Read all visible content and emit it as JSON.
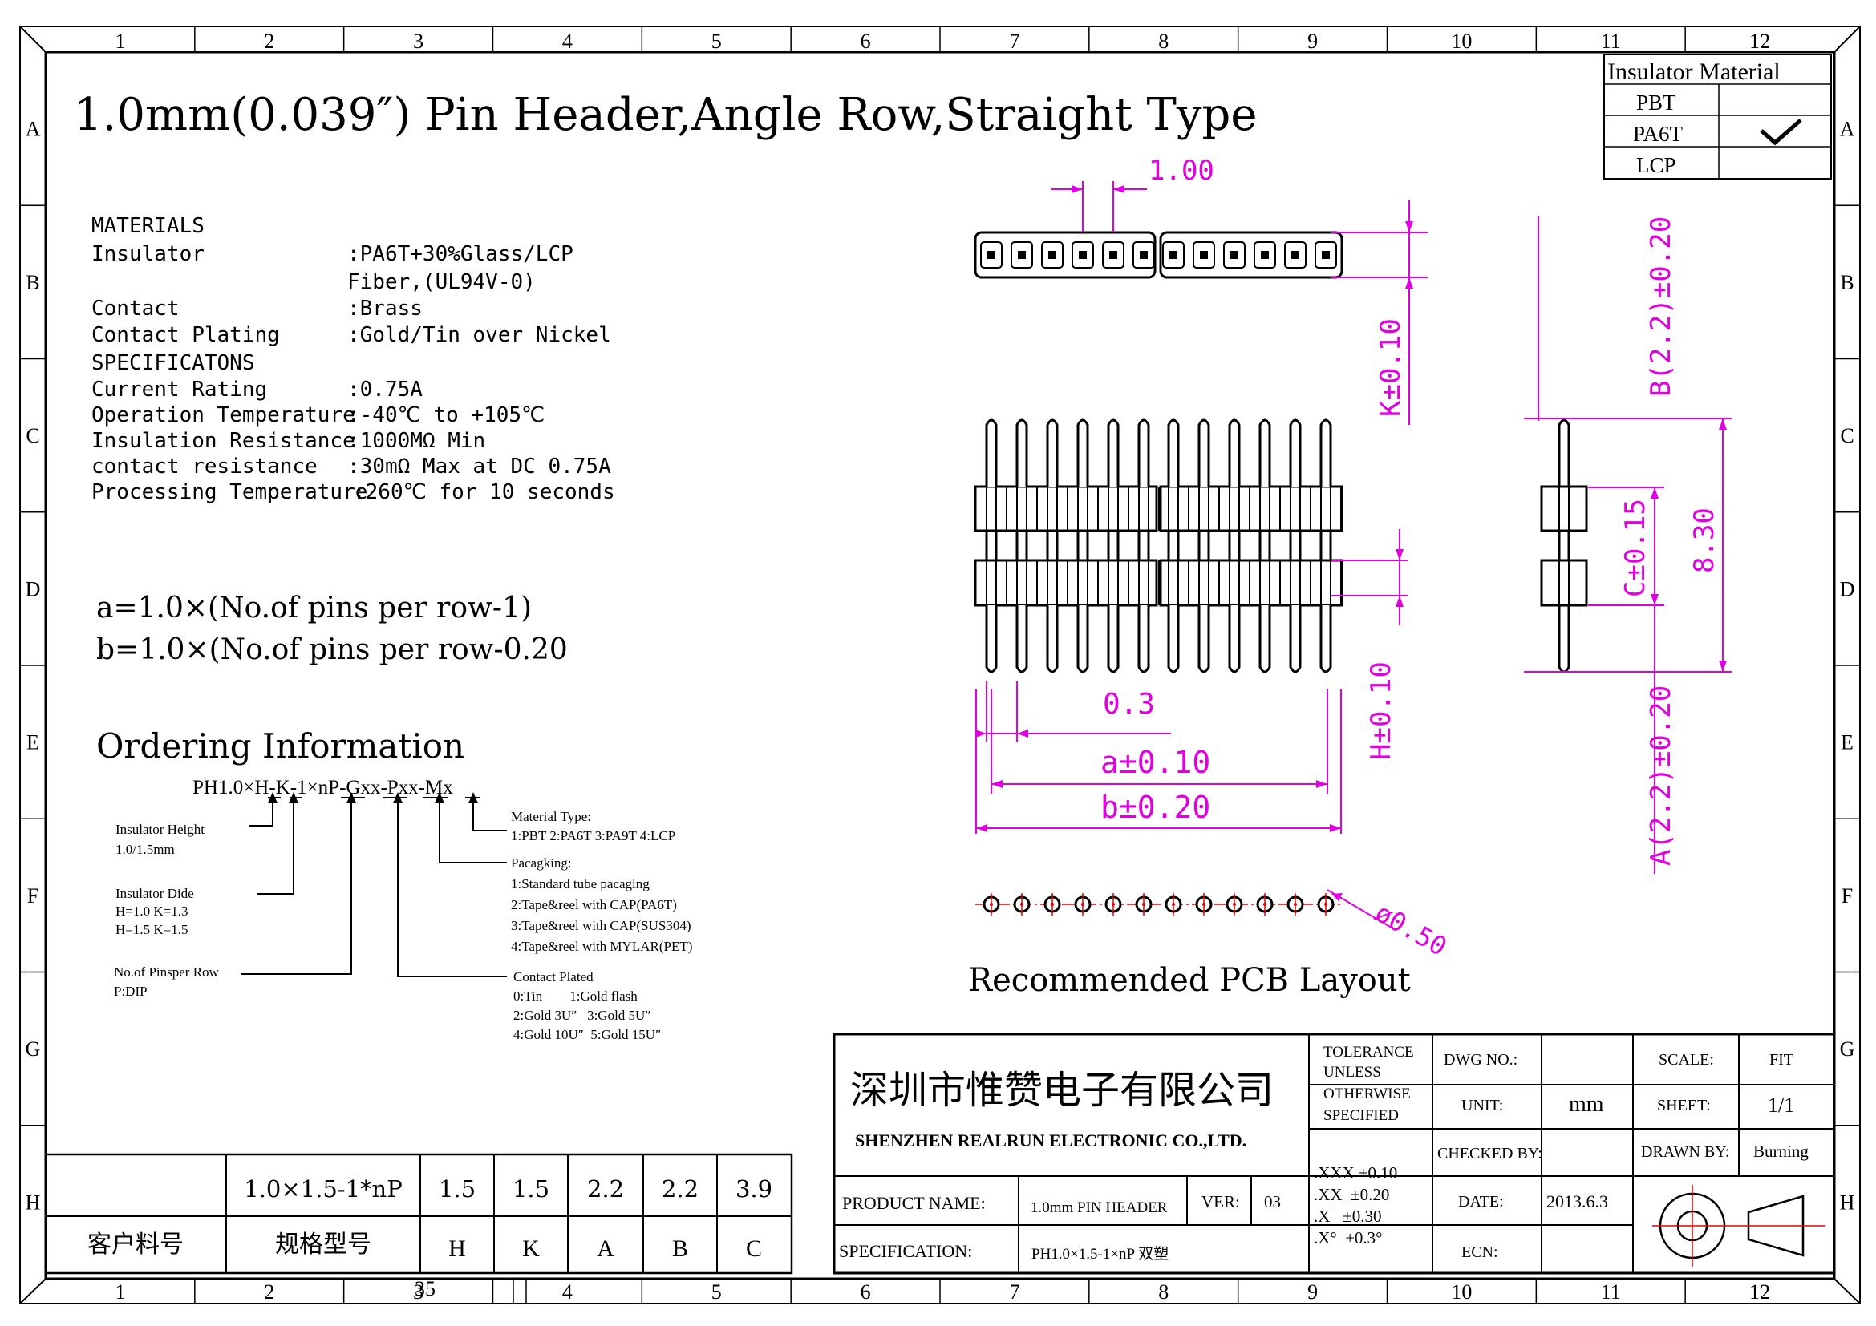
{
  "title": "1.0mm(0.039″) Pin Header,Angle Row,Straight Type",
  "frame": {
    "columns": [
      "1",
      "2",
      "3",
      "4",
      "5",
      "6",
      "7",
      "8",
      "9",
      "10",
      "11",
      "12"
    ],
    "rows": [
      "A",
      "B",
      "C",
      "D",
      "E",
      "F",
      "G",
      "H"
    ],
    "bottom_extra": "35"
  },
  "insulator_material": {
    "header": "Insulator Material",
    "options": [
      {
        "name": "PBT",
        "checked": false
      },
      {
        "name": "PA6T",
        "checked": true
      },
      {
        "name": "LCP",
        "checked": false
      }
    ]
  },
  "materials": {
    "heading": "MATERIALS",
    "rows": [
      {
        "label": "Insulator",
        "value": ":PA6T+30%Glass/LCP"
      },
      {
        "label": "",
        "value": " Fiber,(UL94V-0)"
      },
      {
        "label": "Contact",
        "value": ":Brass"
      },
      {
        "label": "Contact Plating",
        "value": ":Gold/Tin over Nickel"
      }
    ]
  },
  "specifications": {
    "heading": "SPECIFICATONS",
    "rows": [
      {
        "label": "Current Rating",
        "value": ":0.75A"
      },
      {
        "label": "Operation Temperature",
        "value": ":-40℃ to +105℃"
      },
      {
        "label": "Insulation Resistance",
        "value": ":1000MΩ Min"
      },
      {
        "label": "contact resistance",
        "value": ":30mΩ Max at DC 0.75A"
      },
      {
        "label": "Processing Temperature",
        "value": ":260℃ for 10 seconds"
      }
    ]
  },
  "formulas": [
    "a=1.0×(No.of pins per row-1)",
    "b=1.0×(No.of pins per row-0.20"
  ],
  "ordering": {
    "heading": "Ordering Information",
    "code": "PH1.0×H-K-1×nP-Gxx-Pxx-Mx",
    "insulator_height": [
      "Insulator Height",
      "1.0/1.5mm"
    ],
    "insulator_dide": [
      "Insulator Dide",
      "H=1.0  K=1.3",
      "H=1.5  K=1.5"
    ],
    "pins_per_row": [
      "No.of Pinsper Row",
      "P:DIP"
    ],
    "material_type": [
      "Material Type:",
      "1:PBT 2:PA6T 3:PA9T 4:LCP"
    ],
    "packaging": [
      "Pacagking:",
      "1:Standard tube pacaging",
      "2:Tape&reel with CAP(PA6T)",
      "3:Tape&reel with CAP(SUS304)",
      "4:Tape&reel with MYLAR(PET)"
    ],
    "contact_plated": [
      "Contact Plated",
      "0:Tin        1:Gold flash",
      "2:Gold 3U″   3:Gold 5U″",
      "4:Gold 10U″  5:Gold 15U″"
    ]
  },
  "dimensions": {
    "pitch": "1.00",
    "k": "K±0.10",
    "b_side": "B(2.2)±0.20",
    "c": "C±0.15",
    "total": "8.30",
    "h": "H±0.10",
    "a_side": "A(2.2)±0.20",
    "pin_width": "0.3",
    "a": "a±0.10",
    "b": "b±0.20",
    "hole": "ø0.50"
  },
  "pcb_layout_label": "Recommended PCB Layout",
  "spec_table": {
    "values": [
      "1.0×1.5-1*nP",
      "1.5",
      "1.5",
      "2.2",
      "2.2",
      "3.9"
    ],
    "headers": [
      "客户料号",
      "规格型号",
      "H",
      "K",
      "A",
      "B",
      "C"
    ]
  },
  "title_block": {
    "company_cn": "深圳市惟赞电子有限公司",
    "company_en": "SHENZHEN REALRUN ELECTRONIC CO.,LTD.",
    "tolerance_note": [
      "TOLERANCE",
      "UNLESS",
      "OTHERWISE",
      "SPECIFIED"
    ],
    "tolerances": [
      ".XXX ±0.10",
      ".XX  ±0.20",
      ".X   ±0.30",
      ".X°  ±0.3°"
    ],
    "dwg_no_label": "DWG NO.:",
    "dwg_no": "",
    "scale_label": "SCALE:",
    "scale": "FIT",
    "unit_label": "UNIT:",
    "unit": "mm",
    "sheet_label": "SHEET:",
    "sheet": "1/1",
    "checked_label": "CHECKED BY:",
    "checked": "",
    "drawn_label": "DRAWN BY:",
    "drawn": "Burning",
    "product_label": "PRODUCT NAME:",
    "product": "1.0mm PIN HEADER",
    "ver_label": "VER:",
    "ver": "03",
    "date_label": "DATE:",
    "date": "2013.6.3",
    "spec_label": "SPECIFICATION:",
    "spec": "PH1.0×1.5-1×nP 双塑",
    "ecn_label": "ECN:",
    "ecn": ""
  },
  "colors": {
    "dimension": "#e000e0",
    "line": "#000000",
    "center": "#e00000"
  }
}
